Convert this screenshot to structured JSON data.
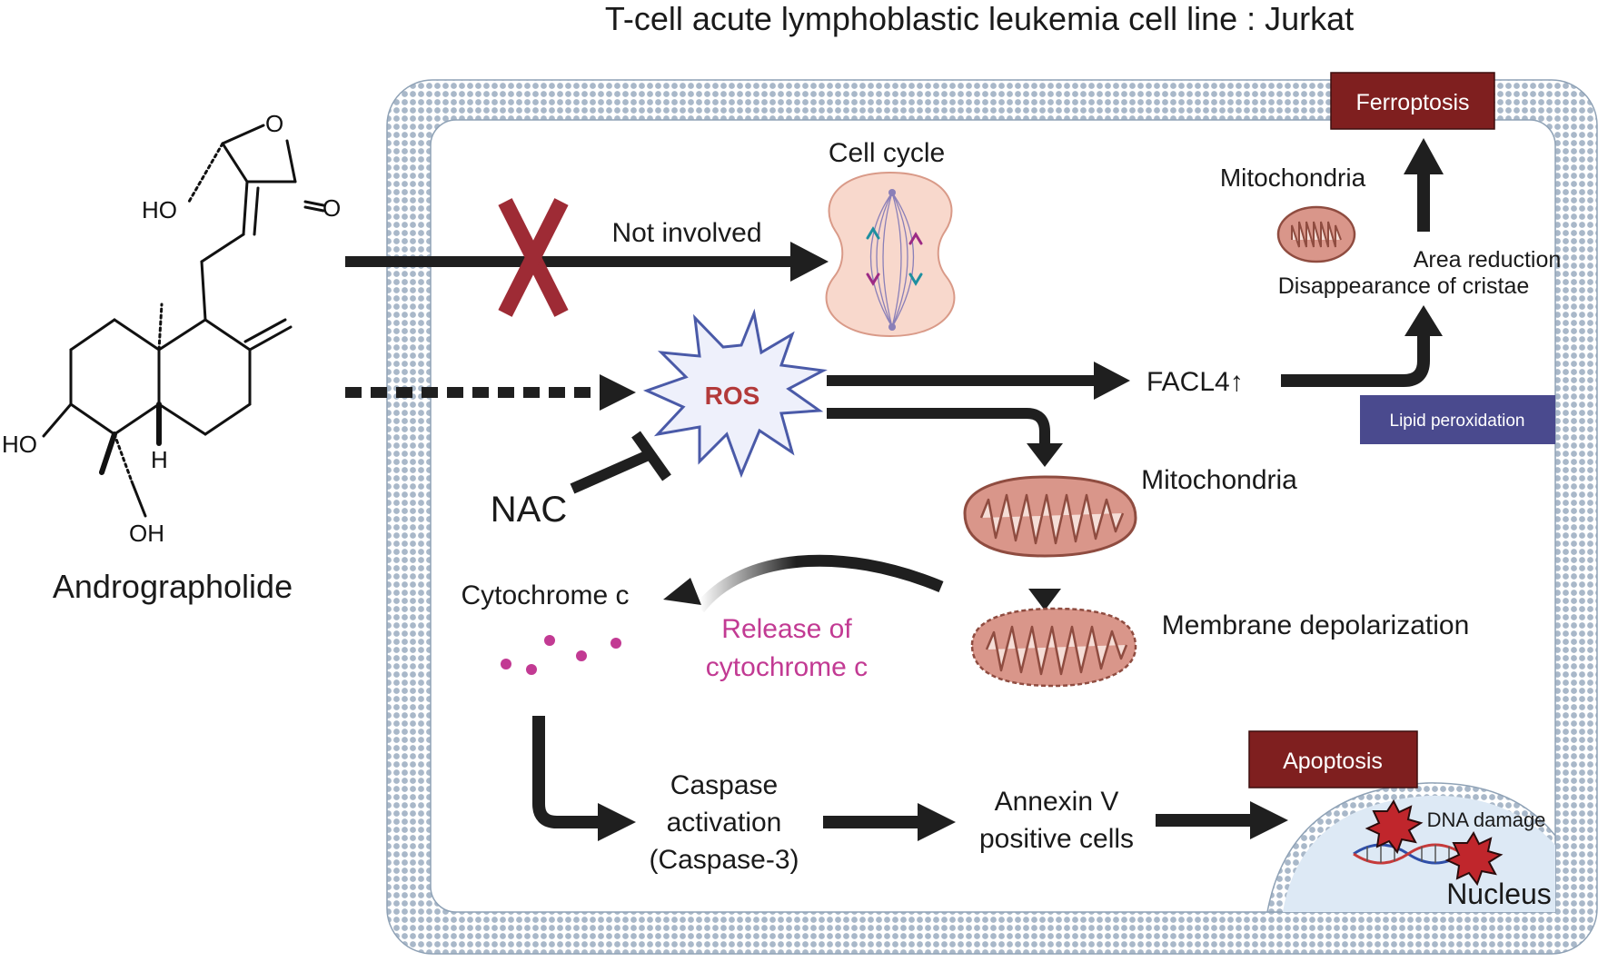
{
  "title": "T-cell acute lymphoblastic leukemia cell line : Jurkat",
  "compound": {
    "name": "Andrographolide",
    "atoms": {
      "ho_top": "HO",
      "o_ring": "O",
      "o_carbonyl": "O",
      "ho_bottom": "HO",
      "h": "H",
      "oh": "OH"
    }
  },
  "cell_cycle": {
    "label": "Cell cycle",
    "arrow_label": "Not involved"
  },
  "ros": {
    "label": "ROS",
    "inhibitor": "NAC"
  },
  "ferroptosis": {
    "box_label": "Ferroptosis",
    "mito_label": "Mitochondria",
    "effect_line1": "Area reduction",
    "effect_line2": "Disappearance of cristae",
    "facl4": "FACL4↑",
    "lipid_box": "Lipid peroxidation"
  },
  "mito_path": {
    "mito_label": "Mitochondria",
    "depol_label": "Membrane depolarization",
    "cytochrome_label": "Cytochrome c",
    "release_line1": "Release of",
    "release_line2": "cytochrome c"
  },
  "apoptosis": {
    "caspase_line1": "Caspase",
    "caspase_line2": "activation",
    "caspase_line3": "(Caspase-3)",
    "annexin_line1": "Annexin V",
    "annexin_line2": "positive cells",
    "box_label": "Apoptosis",
    "dna_damage": "DNA damage",
    "nucleus": "Nucleus"
  },
  "colors": {
    "membrane": "#a9b8c9",
    "arrow": "#1f1f1f",
    "red_box": "#7f1f1f",
    "lipid_box": "#4a4a8e",
    "ros_fill": "#eef0fb",
    "ros_stroke": "#4a5aa8",
    "ros_text": "#b33a3a",
    "mito_fill": "#d9968a",
    "mito_stroke": "#8f4c40",
    "cross": "#9e2b35",
    "magenta": "#c23a93",
    "nucleus_fill": "#dde9f5",
    "damage": "#c0262c"
  }
}
